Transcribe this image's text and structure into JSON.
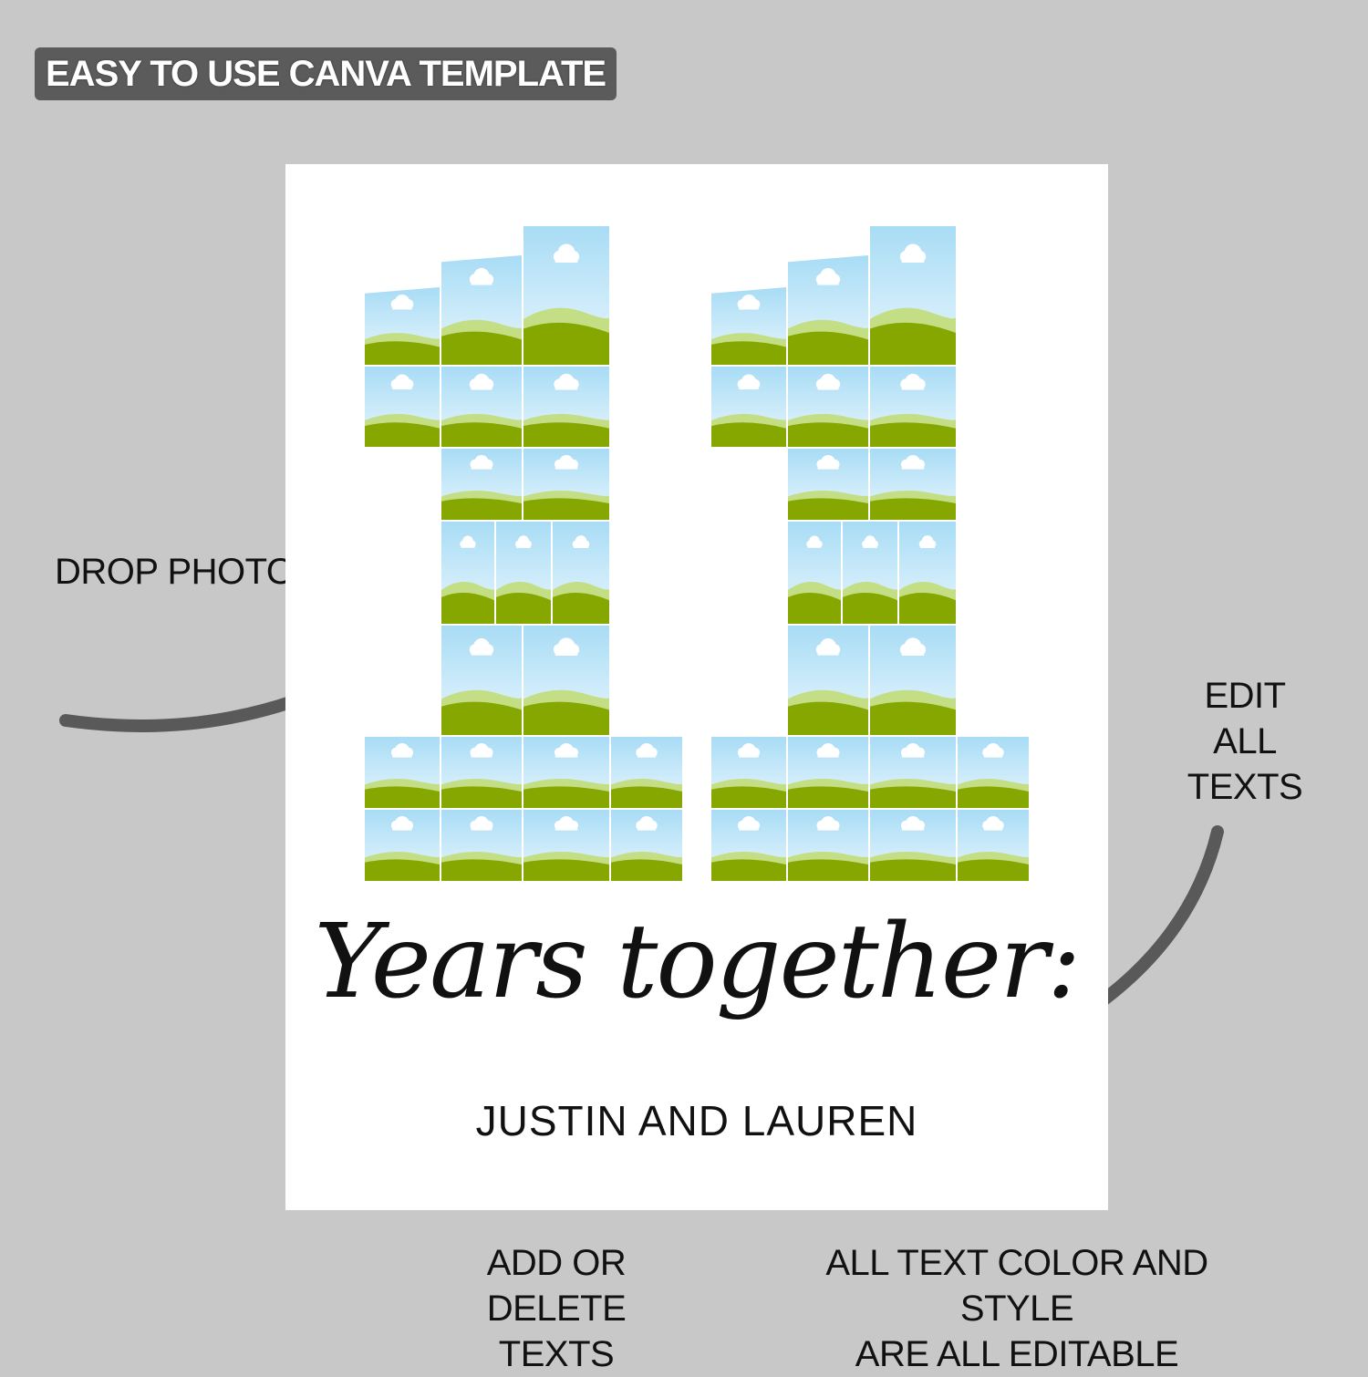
{
  "header": {
    "badge": "EASY TO USE CANVA TEMPLATE"
  },
  "callouts": {
    "drop_photos": "DROP PHOTOS",
    "edit_line1": "EDIT",
    "edit_line2": "ALL TEXTS",
    "add_line1": "ADD OR DELETE",
    "add_line2": "TEXTS",
    "style_line1": "ALL TEXT COLOR AND STYLE",
    "style_line2": "ARE ALL EDITABLE"
  },
  "poster": {
    "number": "11",
    "script_text": "Years together:",
    "names": "JUSTIN AND LAUREN"
  },
  "colors": {
    "background": "#c8c8c8",
    "sky_top": "#a8dcf5",
    "sky_bottom": "#eaf7fd",
    "hill_back": "#c4de86",
    "hill_front": "#86a600",
    "arrow": "#595959"
  },
  "icons": {
    "placeholder": "landscape-placeholder-icon",
    "arrow": "curved-arrow-icon"
  }
}
